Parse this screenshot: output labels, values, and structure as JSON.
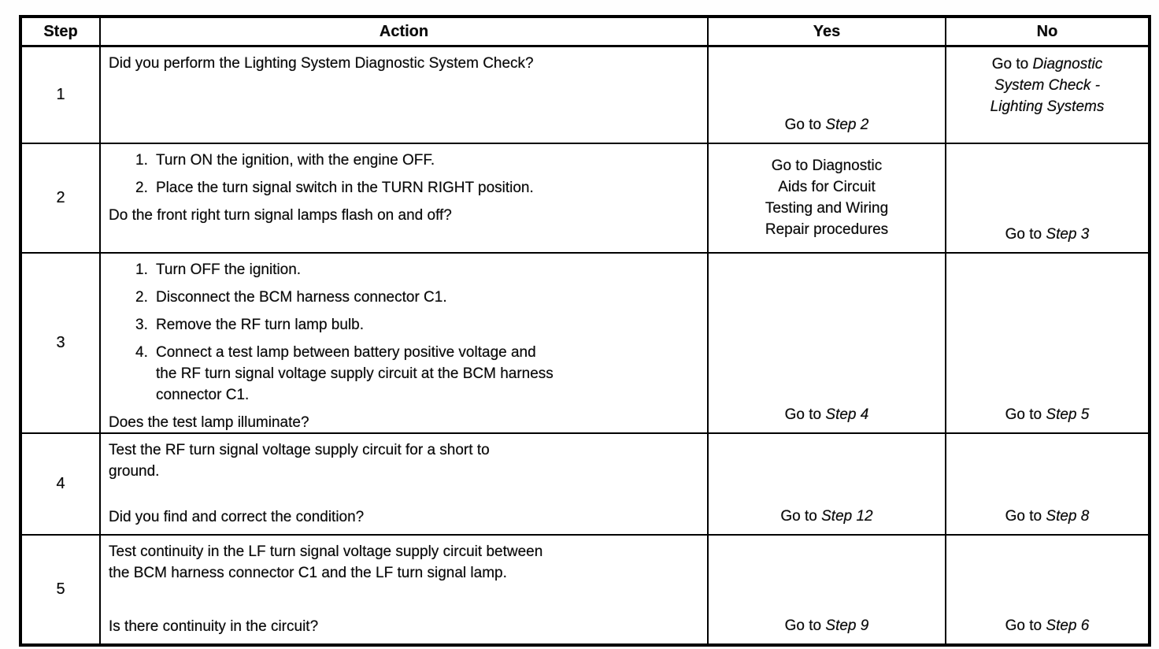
{
  "table": {
    "headers": {
      "step": "Step",
      "action": "Action",
      "yes": "Yes",
      "no": "No"
    },
    "rows": [
      {
        "step": "1",
        "action": {
          "question": "Did you perform the Lighting System Diagnostic System Check?"
        },
        "yes": {
          "prefix": "Go to ",
          "ref": "Step 2"
        },
        "no": {
          "prefix": "Go to ",
          "ref": "Diagnostic\nSystem Check -\nLighting Systems"
        }
      },
      {
        "step": "2",
        "action": {
          "items": [
            {
              "num": "1.",
              "text": "Turn ON the ignition, with the engine OFF."
            },
            {
              "num": "2.",
              "text": "Place the turn signal switch in the TURN RIGHT position."
            }
          ],
          "question": "Do the front right turn signal lamps flash on and off?"
        },
        "yes": {
          "text": "Go to Diagnostic\nAids for Circuit\nTesting and Wiring\nRepair procedures"
        },
        "no": {
          "prefix": "Go to ",
          "ref": "Step 3"
        }
      },
      {
        "step": "3",
        "action": {
          "items": [
            {
              "num": "1.",
              "text": "Turn OFF the ignition."
            },
            {
              "num": "2.",
              "text": "Disconnect the BCM harness connector C1."
            },
            {
              "num": "3.",
              "text": "Remove the RF turn lamp bulb."
            },
            {
              "num": "4.",
              "text": "Connect a test lamp between battery positive voltage and\nthe RF turn signal voltage supply circuit at the BCM harness\nconnector C1."
            }
          ],
          "question": "Does the test lamp illuminate?"
        },
        "yes": {
          "prefix": "Go to ",
          "ref": "Step 4"
        },
        "no": {
          "prefix": "Go to ",
          "ref": "Step 5"
        }
      },
      {
        "step": "4",
        "action": {
          "text": "Test the RF turn signal voltage supply circuit for a short to\nground.",
          "question": "Did you find and correct the condition?"
        },
        "yes": {
          "prefix": "Go to ",
          "ref": "Step 12"
        },
        "no": {
          "prefix": "Go to ",
          "ref": "Step 8"
        }
      },
      {
        "step": "5",
        "action": {
          "text": "Test continuity in the LF turn signal voltage supply circuit between\nthe BCM harness connector C1 and the LF turn signal lamp.",
          "question": "Is there continuity in the circuit?"
        },
        "yes": {
          "prefix": "Go to ",
          "ref": "Step 9"
        },
        "no": {
          "prefix": "Go to ",
          "ref": "Step 6"
        }
      }
    ]
  }
}
